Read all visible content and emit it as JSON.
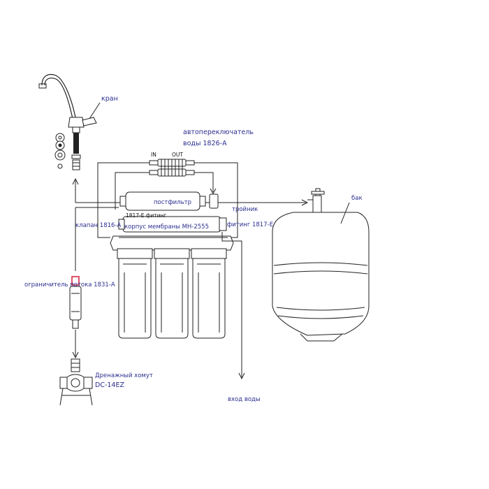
{
  "labels": {
    "faucet": "кран",
    "auto_switch_line1": "автопереключатель",
    "auto_switch_line2": "воды 1826-А",
    "in": "IN",
    "out": "OUT",
    "postfilter": "постфильтр",
    "fitting_1817e_left": "1817-Е фитинг",
    "tee": "тройник",
    "valve": "клапан 1816-А",
    "membrane_housing": "корпус мембраны МН-2555",
    "fitting_1817e_right": "фитинг 1817-Е",
    "tank": "бак",
    "flow_restrictor": "ограничитель потока 1831-А",
    "drain_clamp_line1": "Дренажный хомут",
    "drain_clamp_line2": "DC-14EZ",
    "water_inlet": "вход воды"
  },
  "colors": {
    "label_text": "#2b2f8f",
    "line": "#222222",
    "restrictor_mark": "#d21f3c"
  }
}
